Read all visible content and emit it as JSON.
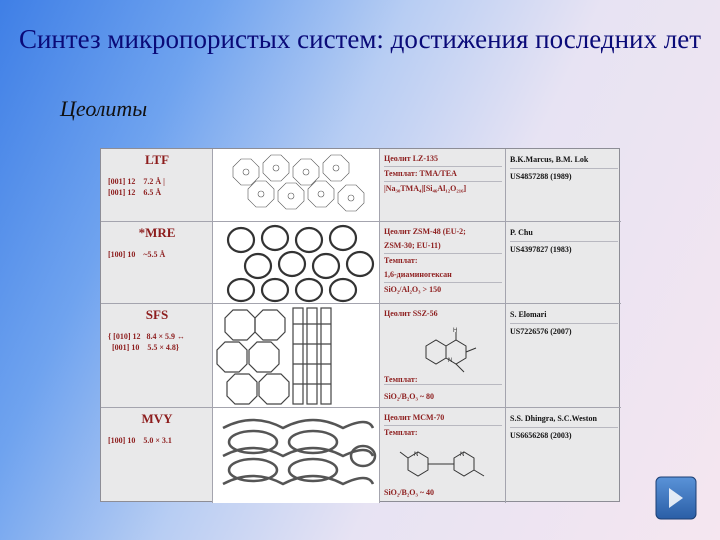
{
  "slide": {
    "title": "Синтез микропористых систем: достижения последних лет",
    "subtitle": "Цеолиты"
  },
  "rows": [
    {
      "code": "LTF",
      "pores": "[001] 12    7.2 Å |\n[001] 12    6.5 Å",
      "desc": [
        "Цеолит LZ-135",
        "Темплат: TMA/TEA",
        "|Na₃₀TMA₄|[Si₄₆Al₁₂O₂₁₆]"
      ],
      "authors": "B.K.Marcus, B.M. Lok",
      "ref": "US4857288 (1989)"
    },
    {
      "code": "*MRE",
      "pores": "[100] 10    ~5.5 Å",
      "desc": [
        "Цеолит ZSM-48 (EU-2;",
        "ZSM-30; EU-11)",
        "Темплат:",
        "1,6-диаминогексан",
        "SiO₂/Al₂O₃ > 150"
      ],
      "authors": "P. Chu",
      "ref": "US4397827 (1983)"
    },
    {
      "code": "SFS",
      "pores": "{ [010] 12   8.4 × 5.9 ↔\n  [001] 10    5.5 × 4.8}",
      "desc": [
        "Цеолит SSZ-56"
      ],
      "templ": "Темплат:",
      "ratio": "SiO₂/B₂O₃ ~ 80",
      "authors": "S. Elomari",
      "ref": "US7226576 (2007)"
    },
    {
      "code": "MVY",
      "pores": "[100] 10    5.0 × 3.1",
      "desc": [
        "Цеолит MCM-70"
      ],
      "templ": "Темплат:",
      "ratio": "SiO₂/B₂O₃ ~ 40",
      "authors": "S.S. Dhingra, S.C.Weston",
      "ref": "US6656268 (2003)"
    }
  ],
  "colors": {
    "title": "#0a0a78",
    "table_text": "#8d1d1d",
    "button": "#2f6fb8"
  },
  "icons": [
    "framework-structure-icon",
    "molecule-icon",
    "next-arrow-icon"
  ]
}
